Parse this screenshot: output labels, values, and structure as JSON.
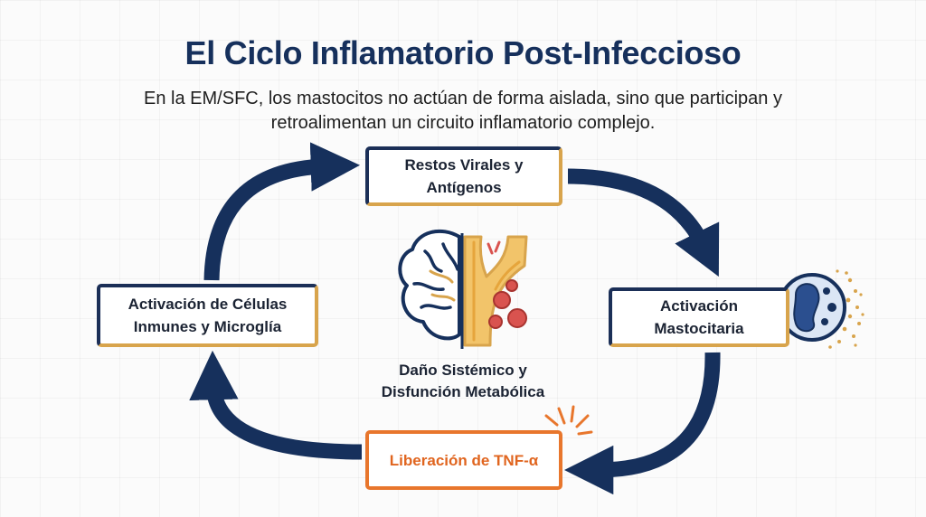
{
  "title": "El Ciclo Inflamatorio Post-Infeccioso",
  "subtitle": "En la EM/SFC, los mastocitos no actúan de forma aislada, sino que participan y retroalimentan un circuito inflamatorio complejo.",
  "nodes": {
    "top": {
      "line1": "Restos Virales y",
      "line2": "Antígenos"
    },
    "right": {
      "line1": "Activación",
      "line2": "Mastocitaria"
    },
    "bottom": {
      "line1": "Liberación de TNF-α"
    },
    "left": {
      "line1": "Activación de Células",
      "line2": "Inmunes y Microglía"
    }
  },
  "center": {
    "line1": "Daño Sistémico y",
    "line2": "Disfunción Metabólica"
  },
  "icons": {
    "center": "brain-and-blood-vessel-icon",
    "right": "mast-cell-degranulating-icon",
    "bottom": "burst-icon"
  },
  "colors": {
    "navy": "#16305c",
    "gold": "#d8a44c",
    "orange": "#e8762c",
    "red_cell": "#d9534f"
  }
}
